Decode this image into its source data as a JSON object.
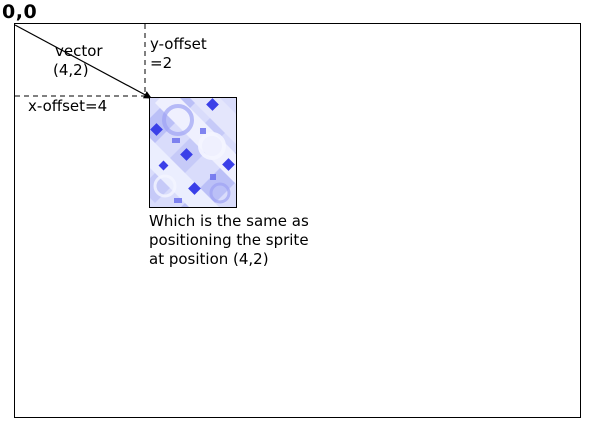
{
  "origin": {
    "label": "0,0"
  },
  "vector": {
    "label": "vector",
    "coords": "(4,2)"
  },
  "y_offset": {
    "label": "y-offset",
    "value": "=2"
  },
  "x_offset": {
    "label": "x-offset=4"
  },
  "caption": {
    "lines": [
      "Which is the same as",
      "positioning the sprite",
      "at position (4,2)"
    ]
  },
  "colors": {
    "background": "#ffffff",
    "lines": "#000000",
    "sprite_base": "#d9dcfb",
    "sprite_dark": "#3a3fe8",
    "sprite_mid": "#8f95f2",
    "sprite_light": "#f2f3ff"
  },
  "icons": {
    "sprite": "blue-tile-sprite",
    "arrow": "arrow-head"
  }
}
